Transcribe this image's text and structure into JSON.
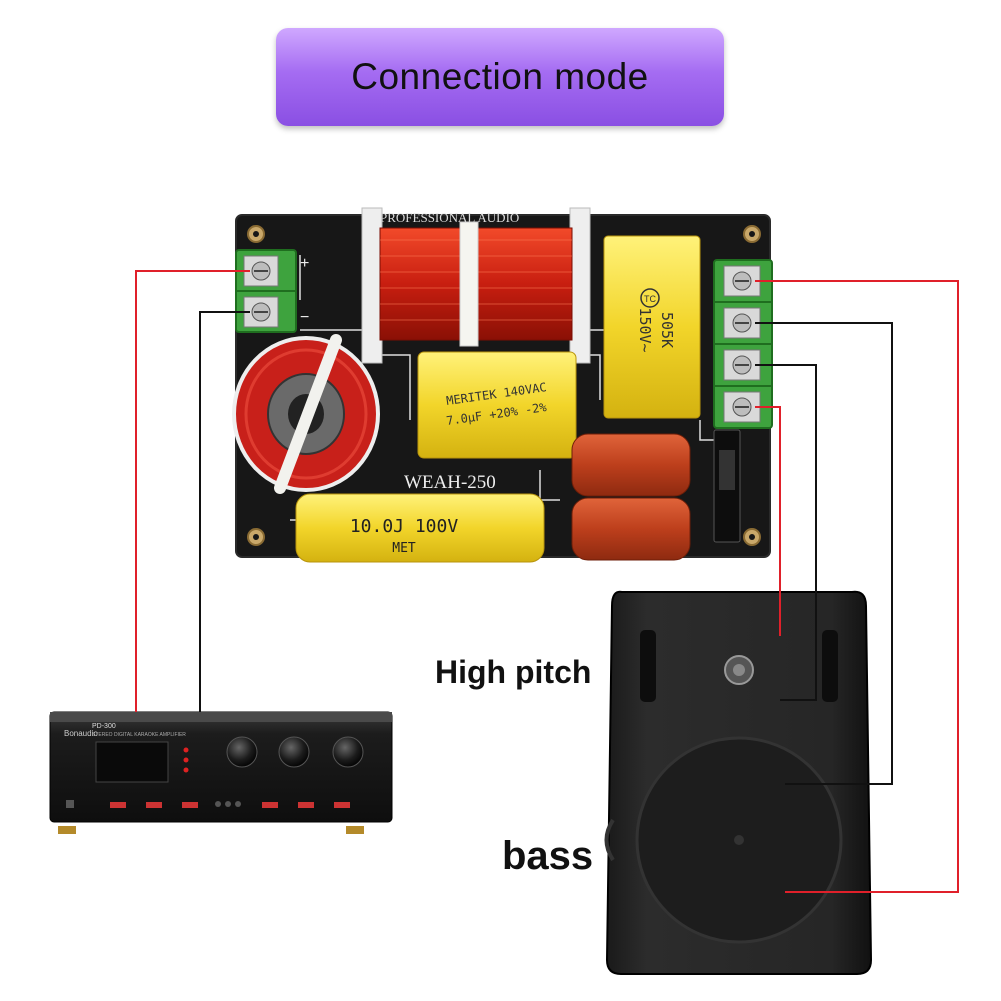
{
  "title": "Connection mode",
  "labels": {
    "high_pitch": "High pitch",
    "bass": "bass"
  },
  "board": {
    "model": "WEAH-250",
    "silk_top": "PROFESSIONAL AUDIO",
    "cap_large_line1": "10.0J 100V",
    "cap_large_line2": "MET",
    "cap_mid_line1": "MERITEK 140VAC",
    "cap_mid_line2": "7.0µF +20% -2%",
    "cap_box_line1": "505K",
    "cap_box_line2": "150V~",
    "cap_box_brand": "TC",
    "input_plus": "+",
    "input_minus": "−"
  },
  "amplifier": {
    "brand": "Bonaudio",
    "model": "PD-300",
    "subtitle": "STEREO DIGITAL KARAOKE AMPLIFIER"
  },
  "colors": {
    "wire_red": "#e0202a",
    "wire_black": "#111111",
    "banner": "#a56cf2",
    "pcb": "#151515",
    "terminal": "#3ea33e"
  }
}
